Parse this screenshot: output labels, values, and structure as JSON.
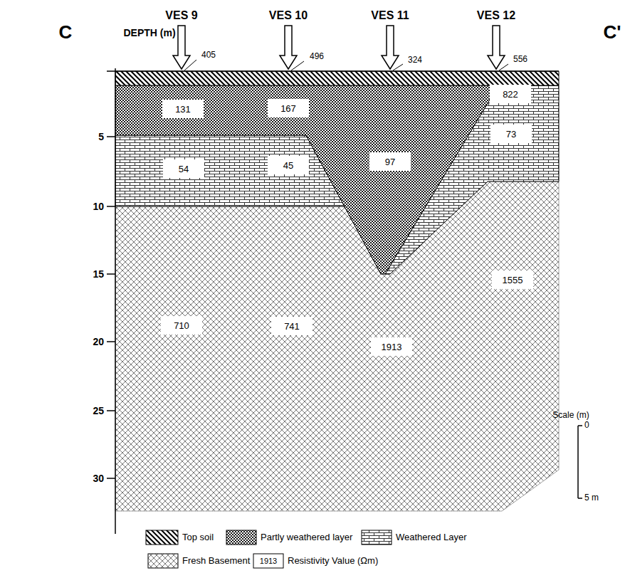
{
  "diagram": {
    "nodes": [
      {
        "text": [
          "131"
        ]
      },
      {
        "text": [
          "167"
        ]
      },
      {
        "text": [
          "822"
        ]
      },
      {
        "text": [
          "73"
        ]
      },
      {
        "text": [
          "97"
        ]
      },
      {
        "text": [
          "54"
        ]
      },
      {
        "text": [
          "45"
        ]
      },
      {
        "text": [
          "1555"
        ]
      },
      {
        "text": [
          "710"
        ]
      },
      {
        "text": [
          "741"
        ]
      },
      {
        "text": [
          "1913"
        ]
      }
    ],
    "labels": [
      "C",
      "VES 9",
      "VES 10",
      "VES 11",
      "VES 12",
      "C'",
      "DEPTH (m)",
      "405",
      "496",
      "324",
      "556",
      "5",
      "10",
      "15",
      "20",
      "25",
      "30",
      "Scale (m)",
      "0",
      "5 m",
      "1913"
    ],
    "legend": [
      {
        "text": "Top soil"
      },
      {
        "text": "Partly weathered layer"
      },
      {
        "text": "Weathered Layer"
      },
      {
        "text": "Fresh Basement"
      },
      {
        "text": "Resistivity Value (Ωm)"
      }
    ]
  }
}
